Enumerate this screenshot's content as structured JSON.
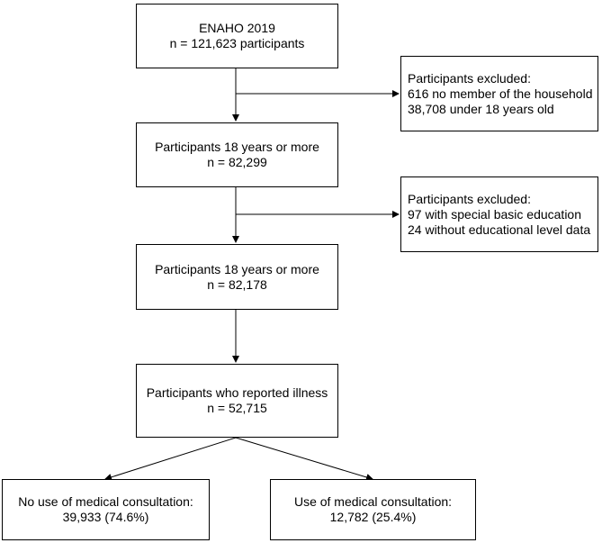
{
  "colors": {
    "stroke": "#000000",
    "background": "#ffffff"
  },
  "flowchart": {
    "source": {
      "line1": "ENAHO 2019",
      "line2": "n = 121,623 participants"
    },
    "exclusion_1": {
      "line1": "Participants excluded:",
      "line2": "616 no member of the household",
      "line3": "38,708 under  18 years old"
    },
    "adults_1": {
      "line1": "Participants 18 years or more",
      "line2": "n = 82,299"
    },
    "exclusion_2": {
      "line1": "Participants excluded:",
      "line2": "97 with special basic education",
      "line3": "24 without educational level data"
    },
    "adults_2": {
      "line1": "Participants 18 years or more",
      "line2": "n = 82,178"
    },
    "illness": {
      "line1": "Participants who reported illness",
      "line2": "n = 52,715"
    },
    "no_use": {
      "line1": "No use of medical consultation:",
      "line2": "39,933 (74.6%)"
    },
    "use": {
      "line1": "Use of medical consultation:",
      "line2": "12,782 (25.4%)"
    }
  }
}
